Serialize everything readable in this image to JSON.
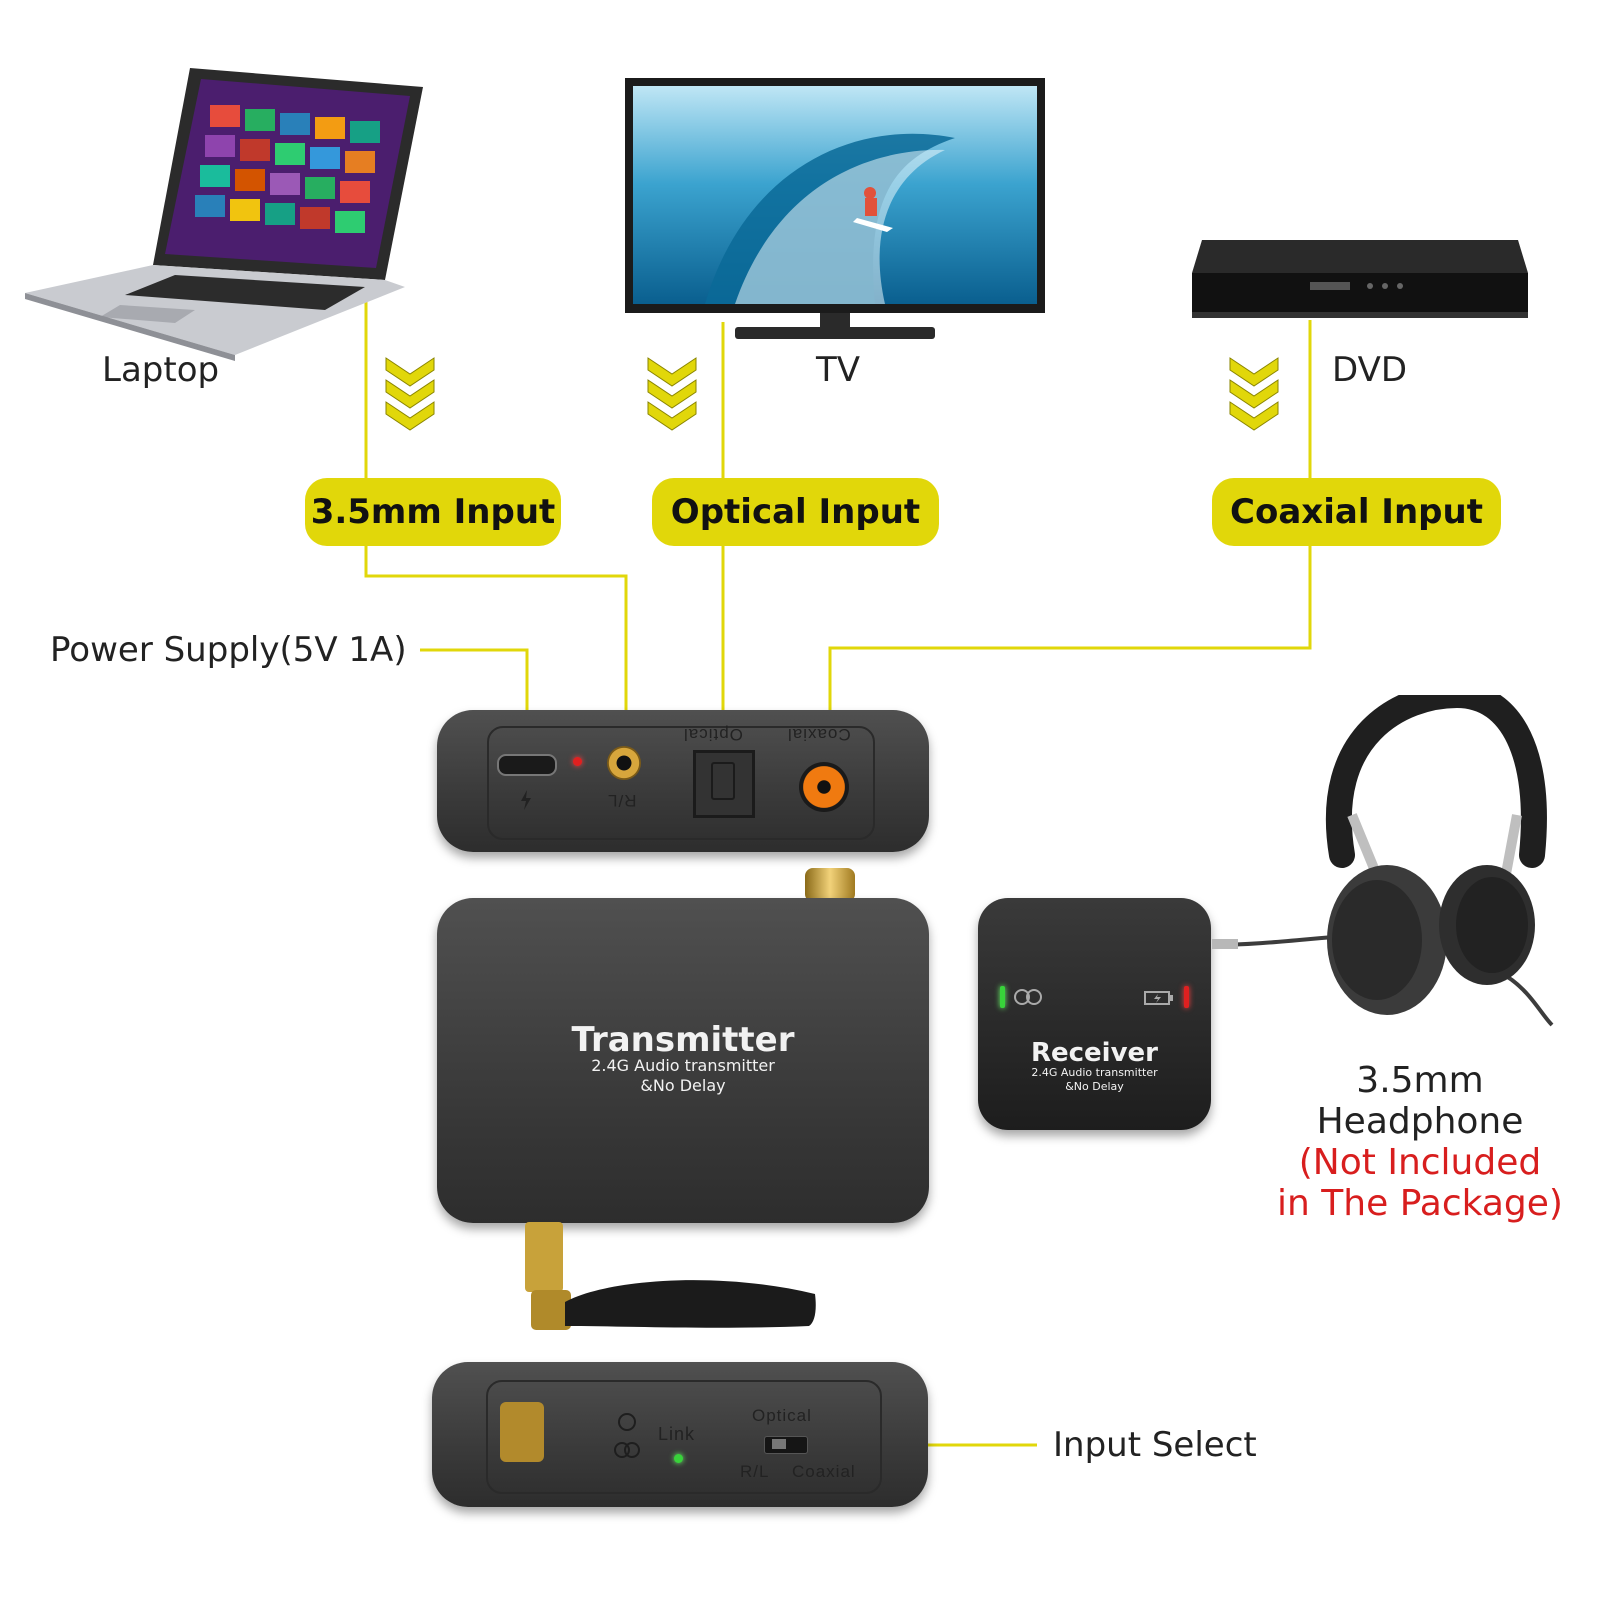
{
  "sources": {
    "laptop": "Laptop",
    "tv": "TV",
    "dvd": "DVD"
  },
  "inputs": {
    "analog": "3.5mm Input",
    "optical": "Optical Input",
    "coaxial": "Coaxial Input"
  },
  "callouts": {
    "power": "Power Supply(5V 1A)",
    "input_select": "Input Select"
  },
  "transmitter": {
    "title": "Transmitter",
    "line1": "2.4G Audio transmitter",
    "line2": "&No Delay",
    "port_rl": "R/L",
    "port_optical": "Optical",
    "port_coaxial": "Coaxial",
    "link": "Link",
    "switch_optical": "Optical",
    "switch_rl": "R/L",
    "switch_coaxial": "Coaxial"
  },
  "receiver": {
    "title": "Receiver",
    "line1": "2.4G Audio transmitter",
    "line2": "&No Delay"
  },
  "headphone": {
    "line1": "3.5mm",
    "line2": "Headphone",
    "note1": "(Not Included",
    "note2": "in The Package)"
  },
  "colors": {
    "accent_yellow": "#e1d70a",
    "note_red": "#d81e1e",
    "device_dark": "#3c3c3c",
    "led_green": "#38d33a",
    "led_red": "#e02020",
    "coax_orange": "#f07a10"
  }
}
